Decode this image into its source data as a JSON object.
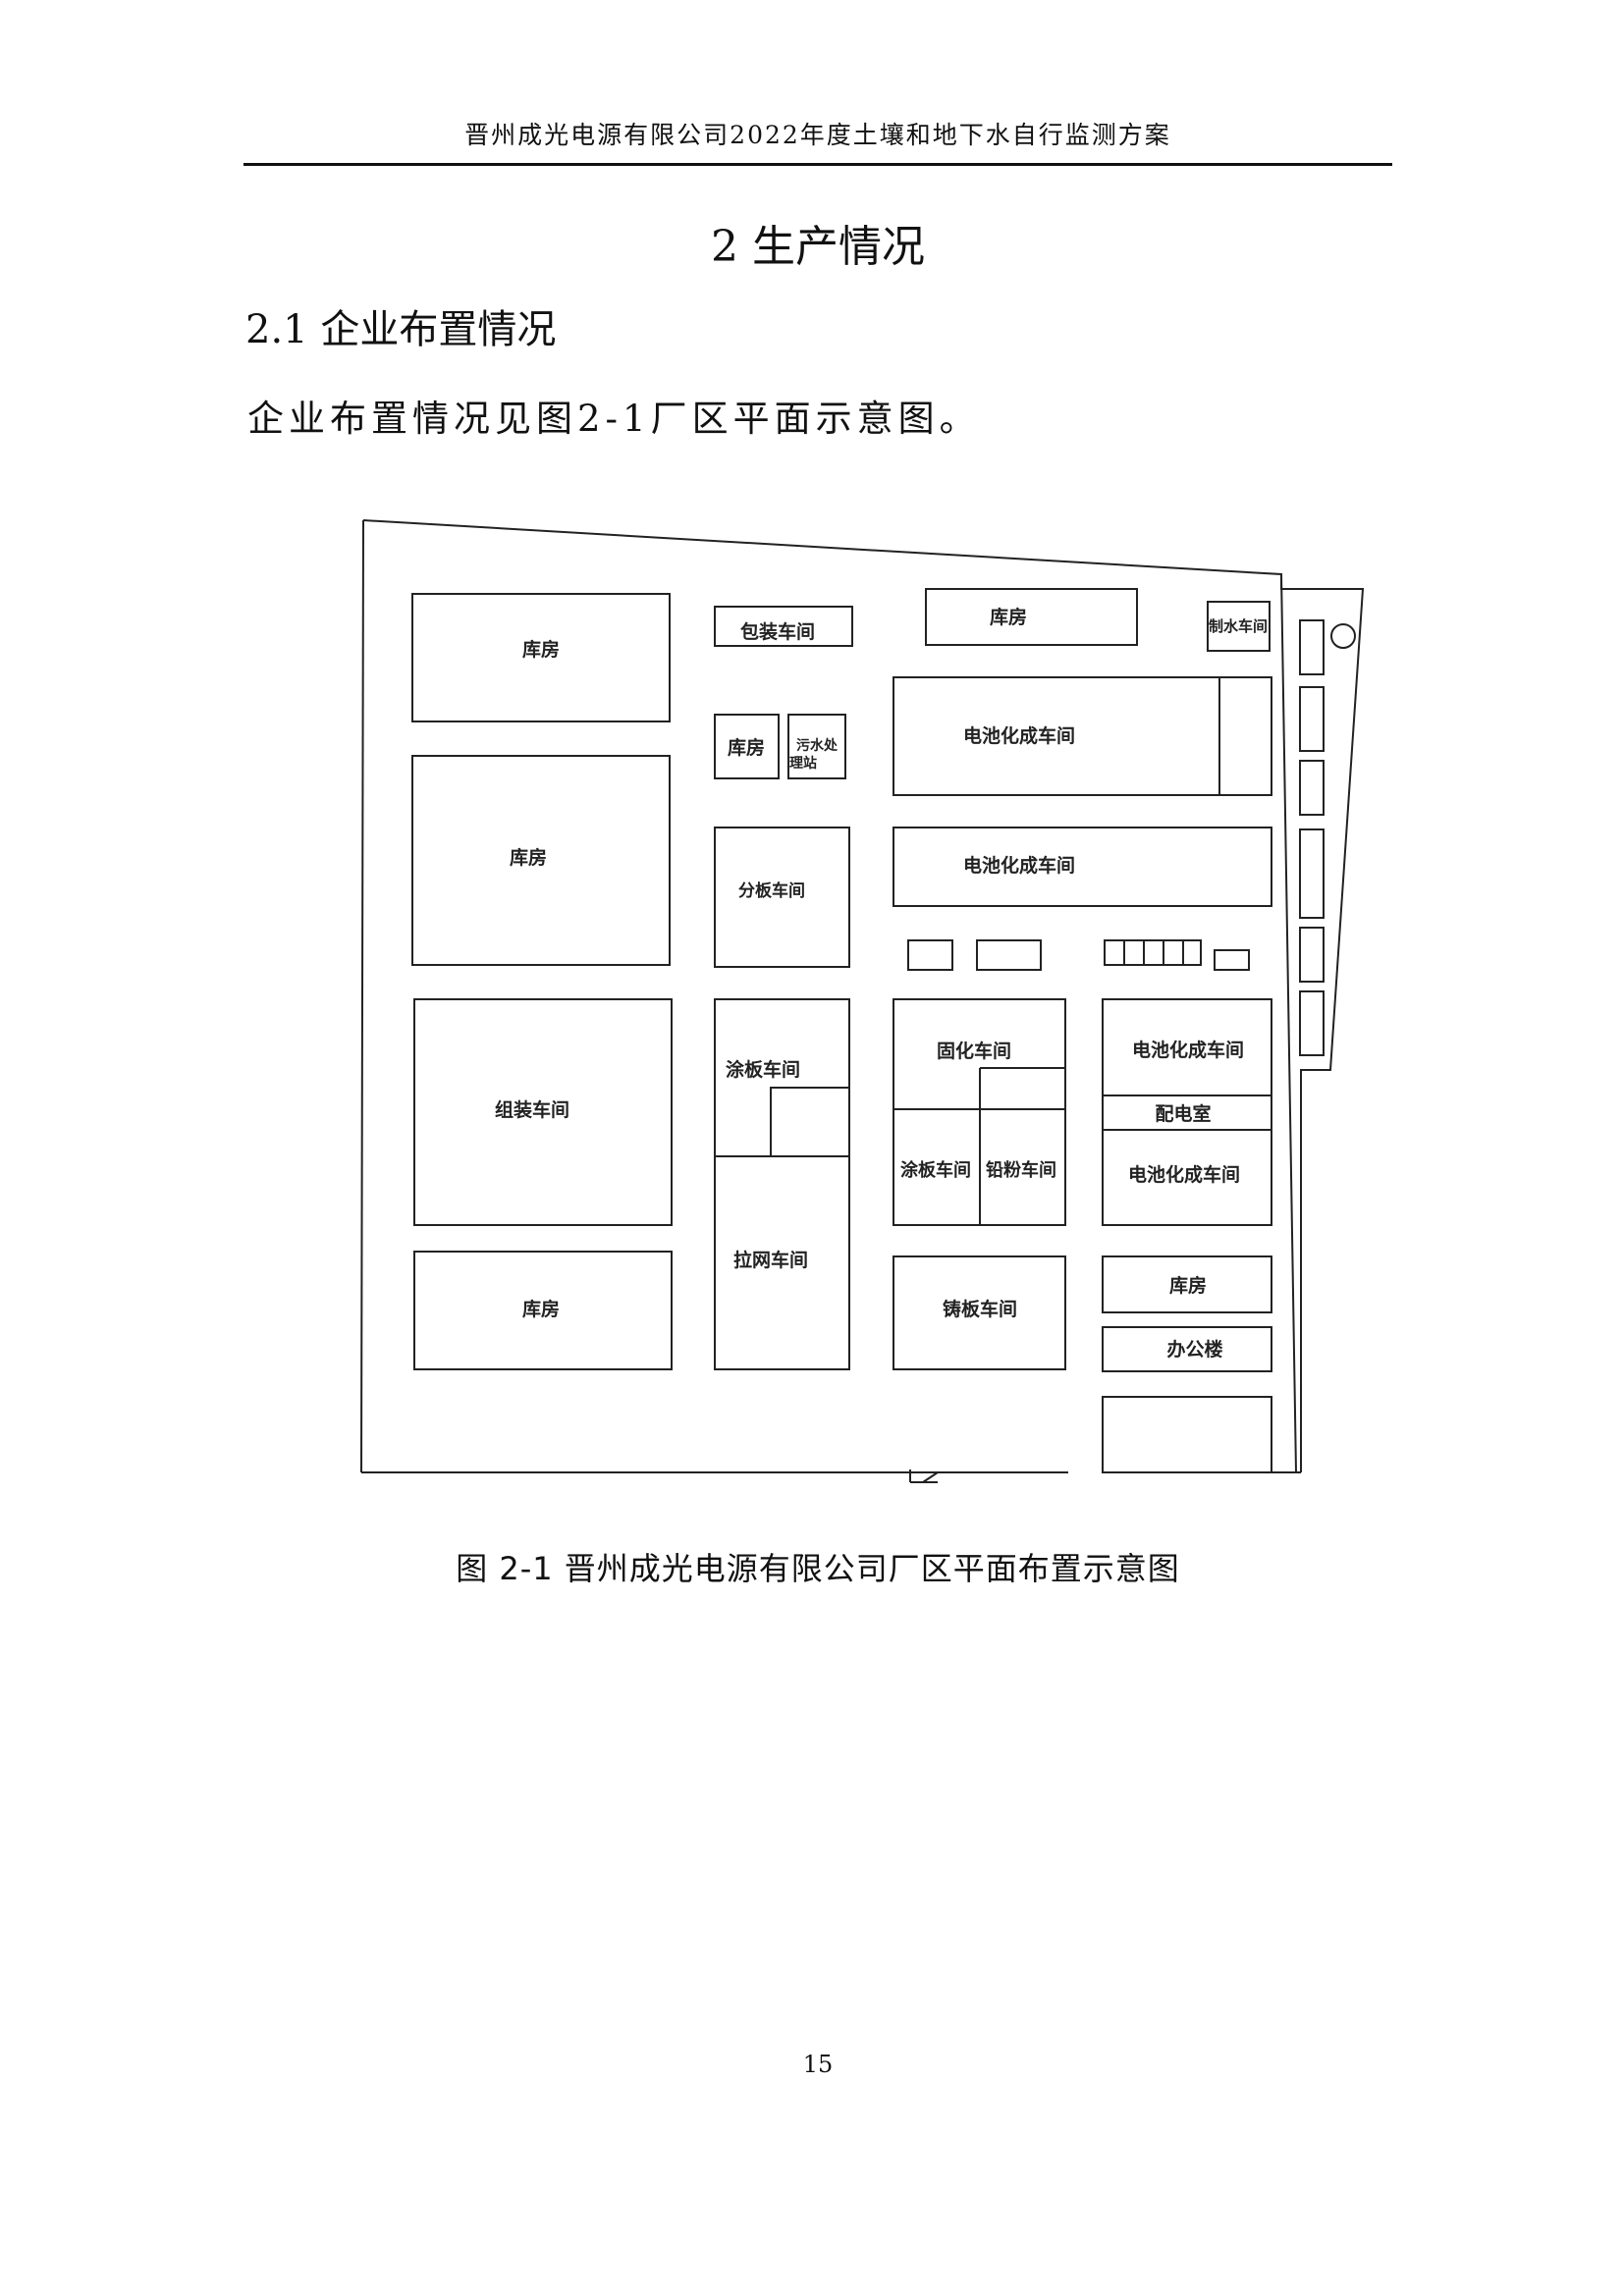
{
  "page": {
    "running_header": "晋州成光电源有限公司2022年度土壤和地下水自行监测方案",
    "chapter_title": "2 生产情况",
    "section_title": "2.1 企业布置情况",
    "body_text": "企业布置情况见图2-1厂区平面示意图。",
    "figure_caption": "图 2-1  晋州成光电源有限公司厂区平面布置示意图",
    "page_number": "15"
  },
  "plan": {
    "buildings": {
      "warehouse_nw": "库房",
      "packaging": "包装车间",
      "warehouse_n": "库房",
      "water_making": "制水车间",
      "formation_1": "电池化成车间",
      "warehouse_small": "库房",
      "sewage": "污水处理站",
      "warehouse_w2": "库房",
      "plate_cutting": "分板车间",
      "formation_2": "电池化成车间",
      "assembly": "组装车间",
      "pasting_1": "涂板车间",
      "curing": "固化车间",
      "formation_3": "电池化成车间",
      "power_room": "配电室",
      "pasting_2": "涂板车间",
      "lead_powder": "铅粉车间",
      "formation_4": "电池化成车间",
      "grid_drawing": "拉网车间",
      "warehouse_sw": "库房",
      "casting": "铸板车间",
      "warehouse_se": "库房",
      "office": "办公楼"
    }
  }
}
